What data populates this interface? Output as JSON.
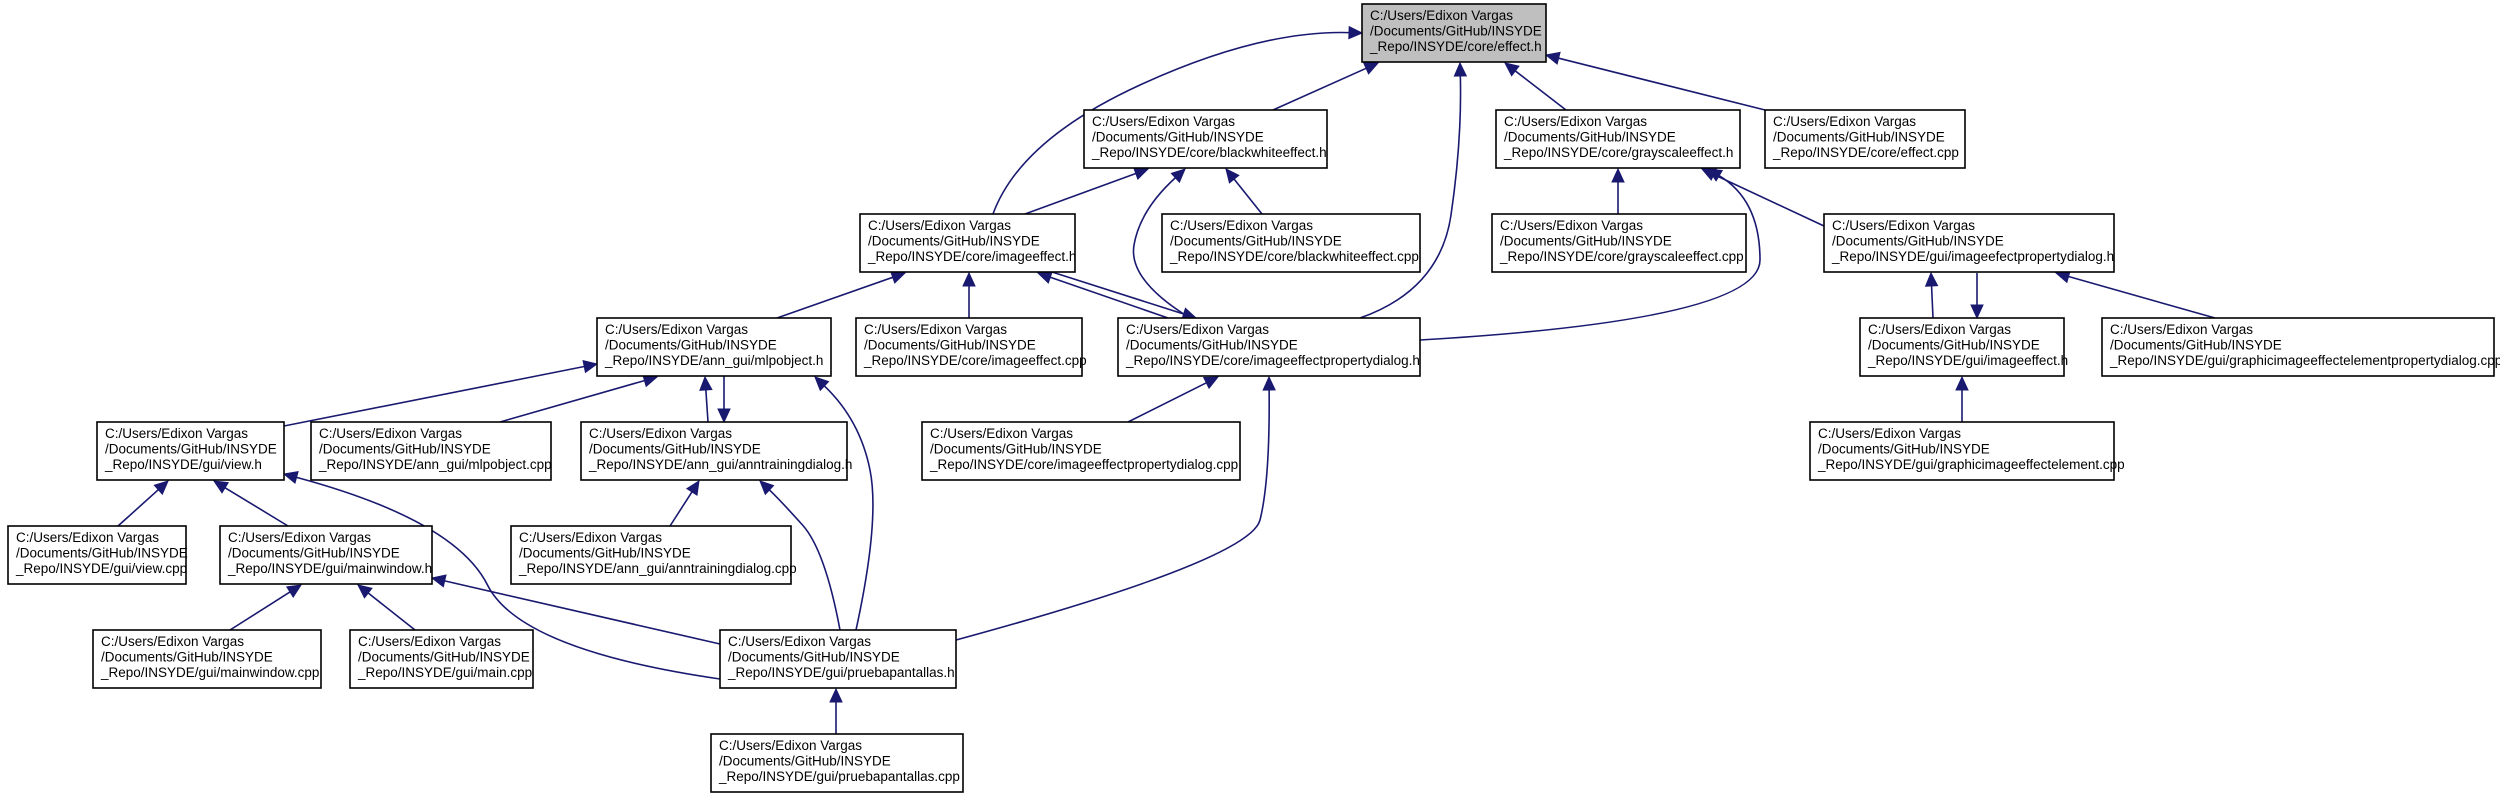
{
  "graph": {
    "nodes": [
      {
        "id": "core_effect_h",
        "highlight": true,
        "lines": [
          "C:/Users/Edixon Vargas",
          "/Documents/GitHub/INSYDE",
          "_Repo/INSYDE/core/effect.h"
        ]
      },
      {
        "id": "core_blackwhiteeffect_h",
        "lines": [
          "C:/Users/Edixon Vargas",
          "/Documents/GitHub/INSYDE",
          "_Repo/INSYDE/core/blackwhiteeffect.h"
        ]
      },
      {
        "id": "core_grayscaleeffect_h",
        "lines": [
          "C:/Users/Edixon Vargas",
          "/Documents/GitHub/INSYDE",
          "_Repo/INSYDE/core/grayscaleeffect.h"
        ]
      },
      {
        "id": "core_effect_cpp",
        "lines": [
          "C:/Users/Edixon Vargas",
          "/Documents/GitHub/INSYDE",
          "_Repo/INSYDE/core/effect.cpp"
        ]
      },
      {
        "id": "core_imageeffect_h",
        "lines": [
          "C:/Users/Edixon Vargas",
          "/Documents/GitHub/INSYDE",
          "_Repo/INSYDE/core/imageeffect.h"
        ]
      },
      {
        "id": "core_blackwhiteeffect_cpp",
        "lines": [
          "C:/Users/Edixon Vargas",
          "/Documents/GitHub/INSYDE",
          "_Repo/INSYDE/core/blackwhiteeffect.cpp"
        ]
      },
      {
        "id": "core_grayscaleeffect_cpp",
        "lines": [
          "C:/Users/Edixon Vargas",
          "/Documents/GitHub/INSYDE",
          "_Repo/INSYDE/core/grayscaleeffect.cpp"
        ]
      },
      {
        "id": "gui_imageefectpropertydialog_h",
        "lines": [
          "C:/Users/Edixon Vargas",
          "/Documents/GitHub/INSYDE",
          "_Repo/INSYDE/gui/imageefectpropertydialog.h"
        ]
      },
      {
        "id": "ann_gui_mlpobject_h",
        "lines": [
          "C:/Users/Edixon Vargas",
          "/Documents/GitHub/INSYDE",
          "_Repo/INSYDE/ann_gui/mlpobject.h"
        ]
      },
      {
        "id": "core_imageeffect_cpp",
        "lines": [
          "C:/Users/Edixon Vargas",
          "/Documents/GitHub/INSYDE",
          "_Repo/INSYDE/core/imageeffect.cpp"
        ]
      },
      {
        "id": "core_imageeffectpropertydialog_h",
        "lines": [
          "C:/Users/Edixon Vargas",
          "/Documents/GitHub/INSYDE",
          "_Repo/INSYDE/core/imageeffectpropertydialog.h"
        ]
      },
      {
        "id": "gui_imageeffect_h",
        "lines": [
          "C:/Users/Edixon Vargas",
          "/Documents/GitHub/INSYDE",
          "_Repo/INSYDE/gui/imageeffect.h"
        ]
      },
      {
        "id": "gui_graphicimageeffectelementpropertydialog_cpp",
        "lines": [
          "C:/Users/Edixon Vargas",
          "/Documents/GitHub/INSYDE",
          "_Repo/INSYDE/gui/graphicimageeffectelementpropertydialog.cpp"
        ]
      },
      {
        "id": "gui_view_h",
        "lines": [
          "C:/Users/Edixon Vargas",
          "/Documents/GitHub/INSYDE",
          "_Repo/INSYDE/gui/view.h"
        ]
      },
      {
        "id": "ann_gui_mlpobject_cpp",
        "lines": [
          "C:/Users/Edixon Vargas",
          "/Documents/GitHub/INSYDE",
          "_Repo/INSYDE/ann_gui/mlpobject.cpp"
        ]
      },
      {
        "id": "ann_gui_anntrainingdialog_h",
        "lines": [
          "C:/Users/Edixon Vargas",
          "/Documents/GitHub/INSYDE",
          "_Repo/INSYDE/ann_gui/anntrainingdialog.h"
        ]
      },
      {
        "id": "core_imageeffectpropertydialog_cpp",
        "lines": [
          "C:/Users/Edixon Vargas",
          "/Documents/GitHub/INSYDE",
          "_Repo/INSYDE/core/imageeffectpropertydialog.cpp"
        ]
      },
      {
        "id": "gui_graphicimageeffectelement_cpp",
        "lines": [
          "C:/Users/Edixon Vargas",
          "/Documents/GitHub/INSYDE",
          "_Repo/INSYDE/gui/graphicimageeffectelement.cpp"
        ]
      },
      {
        "id": "gui_view_cpp",
        "lines": [
          "C:/Users/Edixon Vargas",
          "/Documents/GitHub/INSYDE",
          "_Repo/INSYDE/gui/view.cpp"
        ]
      },
      {
        "id": "gui_mainwindow_h",
        "lines": [
          "C:/Users/Edixon Vargas",
          "/Documents/GitHub/INSYDE",
          "_Repo/INSYDE/gui/mainwindow.h"
        ]
      },
      {
        "id": "ann_gui_anntrainingdialog_cpp",
        "lines": [
          "C:/Users/Edixon Vargas",
          "/Documents/GitHub/INSYDE",
          "_Repo/INSYDE/ann_gui/anntrainingdialog.cpp"
        ]
      },
      {
        "id": "gui_mainwindow_cpp",
        "lines": [
          "C:/Users/Edixon Vargas",
          "/Documents/GitHub/INSYDE",
          "_Repo/INSYDE/gui/mainwindow.cpp"
        ]
      },
      {
        "id": "gui_main_cpp",
        "lines": [
          "C:/Users/Edixon Vargas",
          "/Documents/GitHub/INSYDE",
          "_Repo/INSYDE/gui/main.cpp"
        ]
      },
      {
        "id": "gui_pruebapantallas_h",
        "lines": [
          "C:/Users/Edixon Vargas",
          "/Documents/GitHub/INSYDE",
          "_Repo/INSYDE/gui/pruebapantallas.h"
        ]
      },
      {
        "id": "gui_pruebapantallas_cpp",
        "lines": [
          "C:/Users/Edixon Vargas",
          "/Documents/GitHub/INSYDE",
          "_Repo/INSYDE/gui/pruebapantallas.cpp"
        ]
      }
    ],
    "edges": [
      {
        "from": "core_blackwhiteeffect_h",
        "to": "core_effect_h"
      },
      {
        "from": "core_grayscaleeffect_h",
        "to": "core_effect_h"
      },
      {
        "from": "core_effect_cpp",
        "to": "core_effect_h"
      },
      {
        "from": "core_imageeffect_h",
        "to": "core_effect_h"
      },
      {
        "from": "core_imageeffectpropertydialog_h",
        "to": "core_effect_h"
      },
      {
        "from": "core_imageeffect_h",
        "to": "core_blackwhiteeffect_h"
      },
      {
        "from": "core_blackwhiteeffect_cpp",
        "to": "core_blackwhiteeffect_h"
      },
      {
        "from": "core_imageeffectpropertydialog_h",
        "to": "core_blackwhiteeffect_h"
      },
      {
        "from": "core_grayscaleeffect_cpp",
        "to": "core_grayscaleeffect_h"
      },
      {
        "from": "gui_imageefectpropertydialog_h",
        "to": "core_grayscaleeffect_h"
      },
      {
        "from": "core_imageeffectpropertydialog_h",
        "to": "core_grayscaleeffect_h"
      },
      {
        "from": "ann_gui_mlpobject_h",
        "to": "core_imageeffect_h"
      },
      {
        "from": "core_imageeffect_cpp",
        "to": "core_imageeffect_h"
      },
      {
        "from": "core_imageeffectpropertydialog_h",
        "to": "core_imageeffect_h"
      },
      {
        "from": "core_imageeffect_h",
        "to": "core_imageeffectpropertydialog_h"
      },
      {
        "from": "gui_imageeffect_h",
        "to": "gui_imageefectpropertydialog_h"
      },
      {
        "from": "gui_imageefectpropertydialog_h",
        "to": "gui_imageeffect_h"
      },
      {
        "from": "gui_graphicimageeffectelementpropertydialog_cpp",
        "to": "gui_imageefectpropertydialog_h"
      },
      {
        "from": "gui_graphicimageeffectelement_cpp",
        "to": "gui_imageeffect_h"
      },
      {
        "from": "gui_view_h",
        "to": "ann_gui_mlpobject_h"
      },
      {
        "from": "ann_gui_mlpobject_cpp",
        "to": "ann_gui_mlpobject_h"
      },
      {
        "from": "ann_gui_anntrainingdialog_h",
        "to": "ann_gui_mlpobject_h"
      },
      {
        "from": "ann_gui_mlpobject_h",
        "to": "ann_gui_anntrainingdialog_h"
      },
      {
        "from": "gui_pruebapantallas_h",
        "to": "ann_gui_mlpobject_h"
      },
      {
        "from": "core_imageeffectpropertydialog_cpp",
        "to": "core_imageeffectpropertydialog_h"
      },
      {
        "from": "gui_pruebapantallas_h",
        "to": "core_imageeffectpropertydialog_h"
      },
      {
        "from": "gui_view_cpp",
        "to": "gui_view_h"
      },
      {
        "from": "gui_mainwindow_h",
        "to": "gui_view_h"
      },
      {
        "from": "gui_pruebapantallas_h",
        "to": "gui_view_h"
      },
      {
        "from": "ann_gui_anntrainingdialog_cpp",
        "to": "ann_gui_anntrainingdialog_h"
      },
      {
        "from": "gui_pruebapantallas_h",
        "to": "ann_gui_anntrainingdialog_h"
      },
      {
        "from": "gui_mainwindow_cpp",
        "to": "gui_mainwindow_h"
      },
      {
        "from": "gui_main_cpp",
        "to": "gui_mainwindow_h"
      },
      {
        "from": "gui_pruebapantallas_h",
        "to": "gui_mainwindow_h"
      },
      {
        "from": "gui_pruebapantallas_cpp",
        "to": "gui_pruebapantallas_h"
      }
    ]
  },
  "colors": {
    "edge": "#191970",
    "node_fill": "#ffffff",
    "root_fill": "#bfbfbf",
    "border": "#000000"
  }
}
